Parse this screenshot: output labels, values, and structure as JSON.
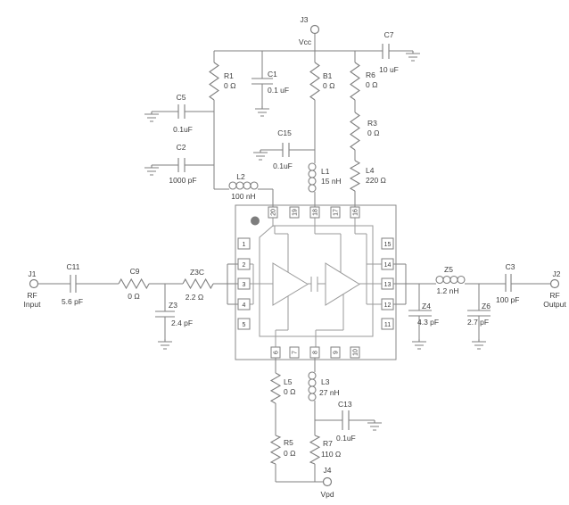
{
  "colors": {
    "wire": "#7f7f7f",
    "text": "#3d3d3d",
    "background": "#ffffff"
  },
  "connectors": {
    "j1": {
      "ref": "J1",
      "line1": "RF",
      "line2": "Input"
    },
    "j2": {
      "ref": "J2",
      "line1": "RF",
      "line2": "Output"
    },
    "j3": {
      "ref": "J3",
      "net": "Vcc"
    },
    "j4": {
      "ref": "J4",
      "net": "Vpd"
    }
  },
  "components": {
    "r1": {
      "ref": "R1",
      "value": "0 Ω"
    },
    "c1": {
      "ref": "C1",
      "value": "0.1 uF"
    },
    "c5": {
      "ref": "C5",
      "value": "0.1uF"
    },
    "c2": {
      "ref": "C2",
      "value": "1000 pF"
    },
    "l2": {
      "ref": "L2",
      "value": "100 nH"
    },
    "b1": {
      "ref": "B1",
      "value": "0 Ω"
    },
    "c15": {
      "ref": "C15",
      "value": "0.1uF"
    },
    "l1": {
      "ref": "L1",
      "value": "15 nH"
    },
    "r6": {
      "ref": "R6",
      "value": "0 Ω"
    },
    "r3": {
      "ref": "R3",
      "value": "0 Ω"
    },
    "l4": {
      "ref": "L4",
      "value": "220 Ω"
    },
    "c7": {
      "ref": "C7",
      "value": "10 uF"
    },
    "c11": {
      "ref": "C11",
      "value": "5.6 pF"
    },
    "c9": {
      "ref": "C9",
      "value": "0 Ω"
    },
    "z3": {
      "ref": "Z3",
      "value": "2.4 pF"
    },
    "z3c": {
      "ref": "Z3C",
      "value": "2.2 Ω"
    },
    "z4": {
      "ref": "Z4",
      "value": "4.3 pF"
    },
    "z5": {
      "ref": "Z5",
      "value": "1.2 nH"
    },
    "z6": {
      "ref": "Z6",
      "value": "2.7 pF"
    },
    "c3": {
      "ref": "C3",
      "value": "100 pF"
    },
    "l5": {
      "ref": "L5",
      "value": "0 Ω"
    },
    "l3": {
      "ref": "L3",
      "value": "27 nH"
    },
    "c13": {
      "ref": "C13",
      "value": "0.1uF"
    },
    "r5": {
      "ref": "R5",
      "value": "0 Ω"
    },
    "r7": {
      "ref": "R7",
      "value": "110 Ω"
    }
  },
  "ic": {
    "pins": {
      "p1": "1",
      "p2": "2",
      "p3": "3",
      "p4": "4",
      "p5": "5",
      "p6": "6",
      "p7": "7",
      "p8": "8",
      "p9": "9",
      "p10": "10",
      "p11": "11",
      "p12": "12",
      "p13": "13",
      "p14": "14",
      "p15": "15",
      "p16": "16",
      "p17": "17",
      "p18": "18",
      "p19": "19",
      "p20": "20"
    }
  }
}
